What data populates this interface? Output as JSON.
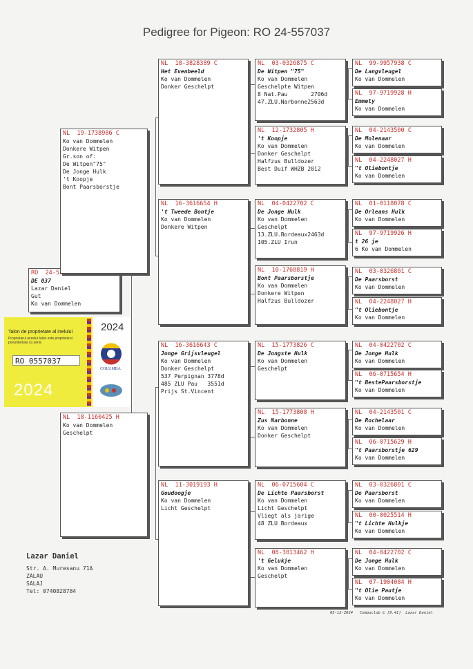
{
  "title": "Pedigree for Pigeon: RO  24-557037",
  "subject": {
    "ring": "RO  24-557037",
    "lines": [
      "DE 037",
      "Lazar Daniel",
      "Gut",
      "Ko van Dommelen"
    ]
  },
  "sire": {
    "ring": "NL  19-1738986 C",
    "lines": [
      "",
      "Ko van Dommelen",
      "Donkere Witpen",
      "Gr.son of:",
      "De Witpen\"75\"",
      "De Jonge Hulk",
      "'t Koopje",
      "Bont Paarsborstje"
    ]
  },
  "dam": {
    "ring": "NL  18-1160425 H",
    "lines": [
      "",
      "Ko van Dommelen",
      "Geschelpt"
    ]
  },
  "g2": [
    {
      "ring": "NL  18-3828389 C",
      "lines": [
        "Het Evenbeeld",
        "Ko van Dommelen",
        "Donker Geschelpt"
      ]
    },
    {
      "ring": "NL  16-3616654 H",
      "lines": [
        "'t Tweede Bontje",
        "Ko van Dommelen",
        "Donkere Witpen"
      ]
    },
    {
      "ring": "NL  16-3616643 C",
      "lines": [
        "Jonge Grijsvleugel",
        "Ko van Dommelen",
        "Donker Geschelpt",
        "537 Perpignan 3778d",
        "485 ZLU Pau   3551d",
        "Prijs St.Vincent"
      ]
    },
    {
      "ring": "NL  11-3019193 H",
      "lines": [
        "Goudoogje",
        "Ko van Dommelen",
        "Licht Geschelpt"
      ]
    }
  ],
  "g3": [
    {
      "ring": "NL  03-0326875 C",
      "lines": [
        "De Witpen \"75\"",
        "Ko van Dommelen",
        "Geschelpte Witpen",
        "8 Nat.Pau       2706d",
        "47.ZLU.Narbonne2563d"
      ]
    },
    {
      "ring": "NL  12-1732805 H",
      "lines": [
        "'t Koopje",
        "Ko van Dommelen",
        "Donker Geschelpt",
        "Halfzus Bulldozer",
        "Best Duif WHZB 2012"
      ]
    },
    {
      "ring": "NL  04-0422702 C",
      "lines": [
        "De Jonge Hulk",
        "Ko van Dommelen",
        "Geschelpt",
        "13.ZLU.Bordeaux2463d",
        "105.ZLU Irun"
      ]
    },
    {
      "ring": "NL  10-1768819 H",
      "lines": [
        "Bont Paarsborstje",
        "Ko van Dommelen",
        "Donkere Witpen",
        "Halfzus Bulldozer"
      ]
    },
    {
      "ring": "NL  15-1773826 C",
      "lines": [
        "De Jongste Hulk",
        "Ko van Dommelen",
        "Geschelpt"
      ]
    },
    {
      "ring": "NL  15-1773808 H",
      "lines": [
        "Zus Narbonne",
        "Ko van Dommelen",
        "Donker Geschelpt"
      ]
    },
    {
      "ring": "NL  06-0715604 C",
      "lines": [
        "De Lichte Paarsborst",
        "Ko van Dommelen",
        "Licht Geschelpt",
        "Vliegt als jarige",
        "48 ZLU Bordeaux"
      ]
    },
    {
      "ring": "NL  08-3813462 H",
      "lines": [
        "'t Gelukje",
        "Ko van Dommelen",
        "Geschelpt"
      ]
    }
  ],
  "g4": [
    {
      "ring": "NL  99-9957938 C",
      "lines": [
        "De Langvleugel",
        "Ko van Dommelen"
      ]
    },
    {
      "ring": "NL  97-9719928 H",
      "lines": [
        "Emmely",
        "Ko van Dommelen"
      ]
    },
    {
      "ring": "NL  04-2143500 C",
      "lines": [
        "De Molenaar",
        "Ko van Dommelen"
      ]
    },
    {
      "ring": "NL  04-2248027 H",
      "lines": [
        "\"t Oliebontje",
        "Ko van Dommelen"
      ]
    },
    {
      "ring": "NL  01-0118078 C",
      "lines": [
        "De Orleans Hulk",
        "Ko van Dommelen"
      ]
    },
    {
      "ring": "NL  97-9719926 H",
      "lines": [
        "t 26 je",
        "6 Ko van Dommelen"
      ]
    },
    {
      "ring": "NL  03-0326801 C",
      "lines": [
        "De Paarsborst",
        "Ko van Dommelen"
      ]
    },
    {
      "ring": "NL  04-2248027 H",
      "lines": [
        "\"t Oliebontje",
        "Ko van Dommelen"
      ]
    },
    {
      "ring": "NL  04-0422702 C",
      "lines": [
        "De Jonge Hulk",
        "Ko van Dommelen"
      ]
    },
    {
      "ring": "NL  06-0715654 H",
      "lines": [
        "\"t BestePaarsborstje",
        "Ko van Dommelen"
      ]
    },
    {
      "ring": "NL  04-2143501 C",
      "lines": [
        "De Rochelaar",
        "Ko van Dommelen"
      ]
    },
    {
      "ring": "NL  06-0715629 H",
      "lines": [
        "\"t Paarsborstje 629",
        "Ko van Dommelen"
      ]
    },
    {
      "ring": "NL  03-0326801 C",
      "lines": [
        "De Paarsborst",
        "Ko van Dommelen"
      ]
    },
    {
      "ring": "NL  00-0025514 H",
      "lines": [
        "\"t Lichte Hulkje",
        "Ko van Dommelen"
      ]
    },
    {
      "ring": "NL  04-0422702 C",
      "lines": [
        "De Jonge Hulk",
        "Ko van Dommelen"
      ]
    },
    {
      "ring": "NL  07-1904084 H",
      "lines": [
        "\"t Olie Pautje",
        "Ko van Dommelen"
      ]
    }
  ],
  "owner": {
    "name": "Lazar Daniel",
    "lines": [
      "Str. A. Muresanu 71A",
      "ZALAU",
      "SALAJ",
      "Tel: 0740828784"
    ]
  },
  "footer": "05-12-2024   Compuclub © [9.41]  Lazar Daniel",
  "talon": {
    "heading": "Talon de proprietate al inelului",
    "subtext": "Proprietarul acestui talon este proprietarul porumbelului cu seria",
    "ring": "RO 0557037",
    "year": "2024",
    "year_right": "2024",
    "brand": "COLUMBA"
  }
}
